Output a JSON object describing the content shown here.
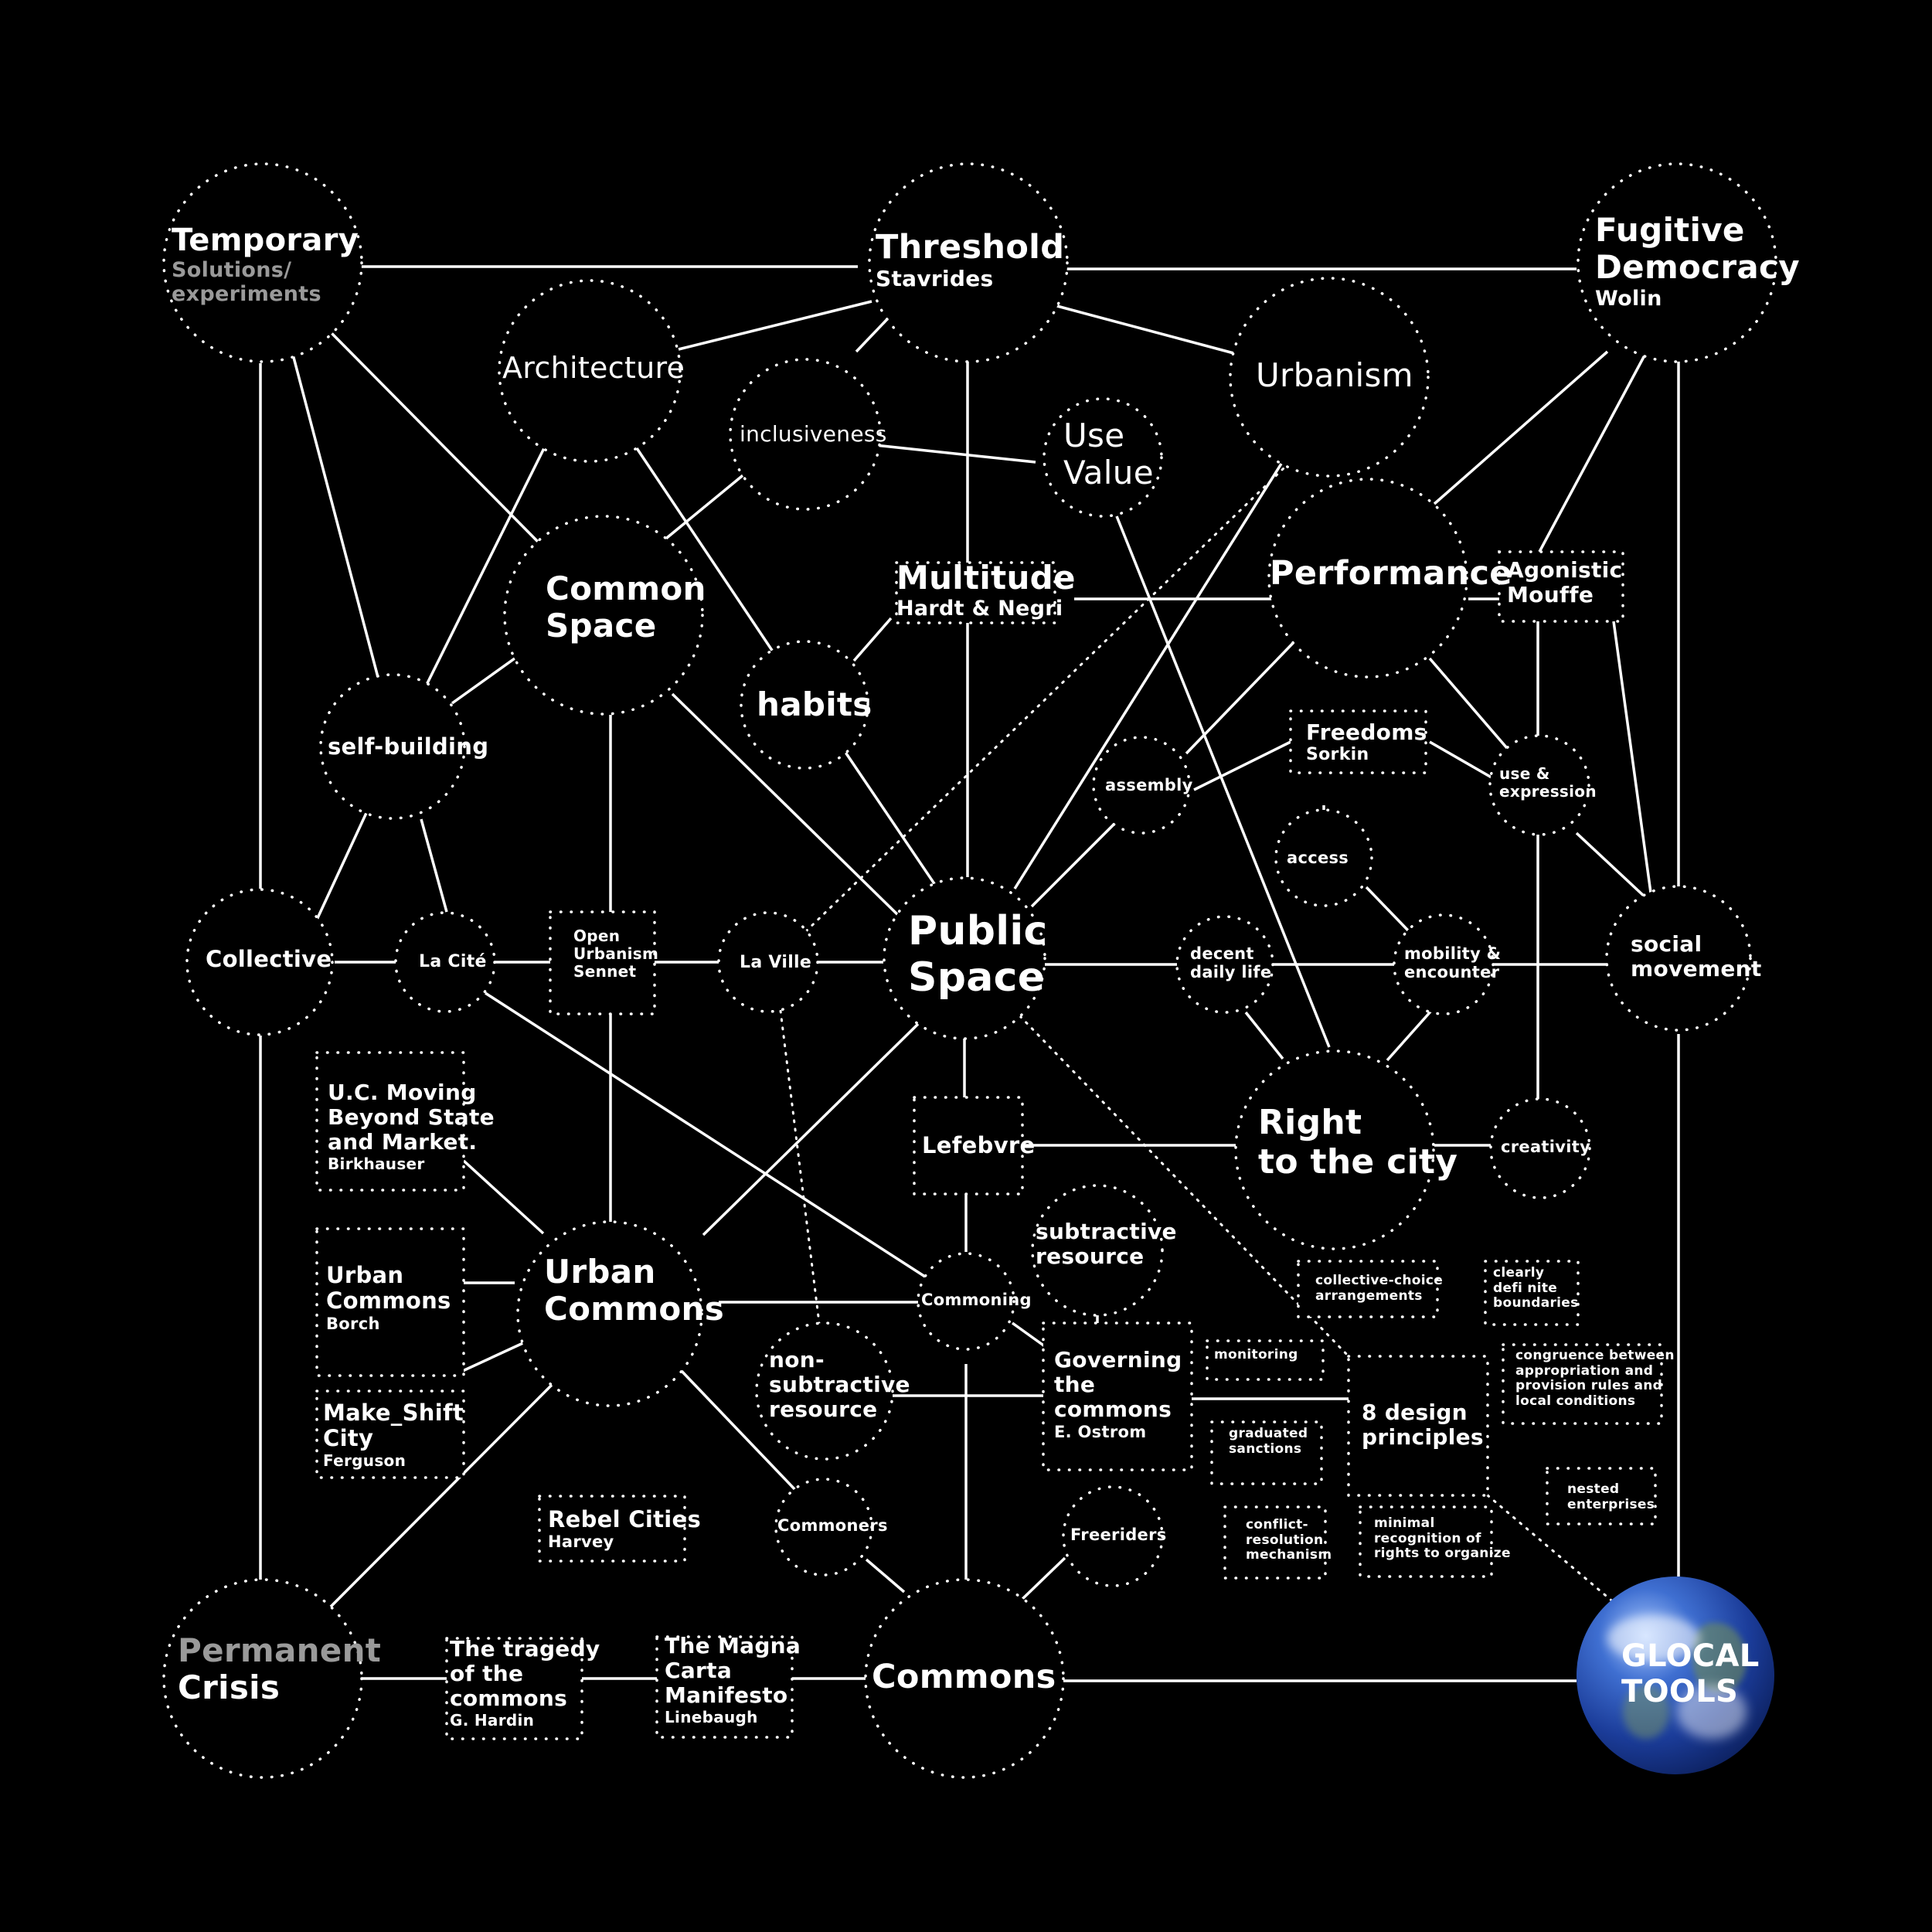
{
  "nodes": [
    {
      "id": "temporary",
      "lines": [
        {
          "t": "Temporary",
          "s": 40,
          "b": true
        },
        {
          "t": "Solutions/",
          "s": 27,
          "b": true,
          "dim": true
        },
        {
          "t": "experiments",
          "s": 27,
          "b": true,
          "dim": true
        }
      ]
    },
    {
      "id": "threshold",
      "lines": [
        {
          "t": "Threshold",
          "s": 43,
          "b": true
        },
        {
          "t": "Stavrides",
          "s": 28,
          "b": true
        }
      ]
    },
    {
      "id": "fugitive-democracy",
      "lines": [
        {
          "t": "Fugitive",
          "s": 42,
          "b": true
        },
        {
          "t": "Democracy",
          "s": 42,
          "b": true
        },
        {
          "t": "Wolin",
          "s": 27,
          "b": true
        }
      ]
    },
    {
      "id": "architecture",
      "lines": [
        {
          "t": "Architecture",
          "s": 38
        }
      ]
    },
    {
      "id": "urbanism",
      "lines": [
        {
          "t": "Urbanism",
          "s": 42
        }
      ]
    },
    {
      "id": "inclusiveness",
      "lines": [
        {
          "t": "inclusiveness",
          "s": 28
        }
      ]
    },
    {
      "id": "use-value",
      "lines": [
        {
          "t": "Use",
          "s": 42
        },
        {
          "t": "Value",
          "s": 42
        }
      ]
    },
    {
      "id": "common-space",
      "lines": [
        {
          "t": "Common",
          "s": 42,
          "b": true
        },
        {
          "t": "Space",
          "s": 42,
          "b": true
        }
      ]
    },
    {
      "id": "multitude",
      "lines": [
        {
          "t": "Multitude",
          "s": 42,
          "b": true
        },
        {
          "t": "Hardt & Negri",
          "s": 27,
          "b": true
        }
      ]
    },
    {
      "id": "performance",
      "lines": [
        {
          "t": "Performance",
          "s": 43,
          "b": true
        }
      ]
    },
    {
      "id": "agonistic",
      "lines": [
        {
          "t": "Agonistic",
          "s": 28,
          "b": true
        },
        {
          "t": "Mouffe",
          "s": 28,
          "b": true
        }
      ]
    },
    {
      "id": "habits",
      "lines": [
        {
          "t": "habits",
          "s": 42,
          "b": true
        }
      ]
    },
    {
      "id": "self-building",
      "lines": [
        {
          "t": "self-building",
          "s": 29,
          "b": true
        }
      ]
    },
    {
      "id": "freedoms",
      "lines": [
        {
          "t": "Freedoms",
          "s": 28,
          "b": true
        },
        {
          "t": "Sorkin",
          "s": 22,
          "b": true
        }
      ]
    },
    {
      "id": "assembly",
      "lines": [
        {
          "t": "assembly",
          "s": 21,
          "b": true
        }
      ]
    },
    {
      "id": "use-expression",
      "lines": [
        {
          "t": "use &",
          "s": 20,
          "b": true
        },
        {
          "t": "expression",
          "s": 20,
          "b": true
        }
      ]
    },
    {
      "id": "access",
      "lines": [
        {
          "t": "access",
          "s": 21,
          "b": true
        }
      ]
    },
    {
      "id": "collective",
      "lines": [
        {
          "t": "Collective",
          "s": 29,
          "b": true
        }
      ]
    },
    {
      "id": "la-cite",
      "lines": [
        {
          "t": "La Cité",
          "s": 22,
          "b": true
        }
      ]
    },
    {
      "id": "open-urbanism",
      "lines": [
        {
          "t": "Open",
          "s": 20,
          "b": true
        },
        {
          "t": "Urbanism",
          "s": 20,
          "b": true
        },
        {
          "t": "Sennet",
          "s": 20,
          "b": true
        }
      ]
    },
    {
      "id": "la-ville",
      "lines": [
        {
          "t": "La Ville",
          "s": 22,
          "b": true
        }
      ]
    },
    {
      "id": "public-space",
      "lines": [
        {
          "t": "Public",
          "s": 52,
          "b": true
        },
        {
          "t": "Space",
          "s": 52,
          "b": true
        }
      ]
    },
    {
      "id": "decent-daily-life",
      "lines": [
        {
          "t": "decent",
          "s": 21,
          "b": true
        },
        {
          "t": "daily life",
          "s": 21,
          "b": true
        }
      ]
    },
    {
      "id": "mobility-encounter",
      "lines": [
        {
          "t": "mobility &",
          "s": 21,
          "b": true
        },
        {
          "t": "encounter",
          "s": 21,
          "b": true
        }
      ]
    },
    {
      "id": "social-movement",
      "lines": [
        {
          "t": "social",
          "s": 28,
          "b": true
        },
        {
          "t": "movement",
          "s": 28,
          "b": true
        }
      ]
    },
    {
      "id": "uc-moving",
      "lines": [
        {
          "t": "U.C. Moving",
          "s": 28,
          "b": true
        },
        {
          "t": "Beyond State",
          "s": 28,
          "b": true
        },
        {
          "t": "and Market.",
          "s": 28,
          "b": true
        },
        {
          "t": "Birkhauser",
          "s": 20,
          "b": true
        }
      ]
    },
    {
      "id": "lefebvre",
      "lines": [
        {
          "t": "Lefebvre",
          "s": 29,
          "b": true
        }
      ]
    },
    {
      "id": "right-to-the-city",
      "lines": [
        {
          "t": "Right",
          "s": 44,
          "b": true
        },
        {
          "t": "to the city",
          "s": 44,
          "b": true
        }
      ]
    },
    {
      "id": "creativity",
      "lines": [
        {
          "t": "creativity",
          "s": 21,
          "b": true
        }
      ]
    },
    {
      "id": "subtractive-resource",
      "lines": [
        {
          "t": "subtractive",
          "s": 28,
          "b": true
        },
        {
          "t": "resource",
          "s": 28,
          "b": true
        }
      ]
    },
    {
      "id": "urban-commons-borch",
      "lines": [
        {
          "t": "Urban",
          "s": 29,
          "b": true
        },
        {
          "t": "Commons",
          "s": 29,
          "b": true
        },
        {
          "t": "Borch",
          "s": 21,
          "b": true
        }
      ]
    },
    {
      "id": "urban-commons",
      "lines": [
        {
          "t": "Urban",
          "s": 42,
          "b": true
        },
        {
          "t": "Commons",
          "s": 42,
          "b": true
        }
      ]
    },
    {
      "id": "commoning",
      "lines": [
        {
          "t": "Commoning",
          "s": 21,
          "b": true
        }
      ]
    },
    {
      "id": "collective-choice",
      "lines": [
        {
          "t": "collective-choice",
          "s": 17,
          "b": true
        },
        {
          "t": "arrangements",
          "s": 17,
          "b": true
        }
      ]
    },
    {
      "id": "clearly-defined",
      "lines": [
        {
          "t": "clearly",
          "s": 17,
          "b": true
        },
        {
          "t": "defi nite",
          "s": 17,
          "b": true
        },
        {
          "t": "boundaries",
          "s": 17,
          "b": true
        }
      ]
    },
    {
      "id": "make-shift-city",
      "lines": [
        {
          "t": "Make_Shift",
          "s": 29,
          "b": true
        },
        {
          "t": "City",
          "s": 29,
          "b": true
        },
        {
          "t": "Ferguson",
          "s": 20,
          "b": true
        }
      ]
    },
    {
      "id": "non-subtractive",
      "lines": [
        {
          "t": "non-",
          "s": 28,
          "b": true
        },
        {
          "t": "subtractive",
          "s": 28,
          "b": true
        },
        {
          "t": "resource",
          "s": 28,
          "b": true
        }
      ]
    },
    {
      "id": "governing-commons",
      "lines": [
        {
          "t": "Governing",
          "s": 28,
          "b": true
        },
        {
          "t": "the",
          "s": 28,
          "b": true
        },
        {
          "t": "commons",
          "s": 28,
          "b": true
        },
        {
          "t": "E. Ostrom",
          "s": 21,
          "b": true
        }
      ]
    },
    {
      "id": "monitoring",
      "lines": [
        {
          "t": "monitoring",
          "s": 17,
          "b": true
        }
      ]
    },
    {
      "id": "design-principles",
      "lines": [
        {
          "t": "8 design",
          "s": 28,
          "b": true
        },
        {
          "t": "principles",
          "s": 28,
          "b": true
        }
      ]
    },
    {
      "id": "congruence",
      "lines": [
        {
          "t": "congruence between",
          "s": 17,
          "b": true
        },
        {
          "t": "appropriation and",
          "s": 17,
          "b": true
        },
        {
          "t": "provision rules and",
          "s": 17,
          "b": true
        },
        {
          "t": "local conditions",
          "s": 17,
          "b": true
        }
      ]
    },
    {
      "id": "graduated-sanctions",
      "lines": [
        {
          "t": "graduated",
          "s": 17,
          "b": true
        },
        {
          "t": "sanctions",
          "s": 17,
          "b": true
        }
      ]
    },
    {
      "id": "nested-enterprises",
      "lines": [
        {
          "t": "nested",
          "s": 17,
          "b": true
        },
        {
          "t": "enterprises",
          "s": 17,
          "b": true
        }
      ]
    },
    {
      "id": "rebel-cities",
      "lines": [
        {
          "t": "Rebel Cities",
          "s": 29,
          "b": true
        },
        {
          "t": "Harvey",
          "s": 21,
          "b": true
        }
      ]
    },
    {
      "id": "commoners",
      "lines": [
        {
          "t": "Commoners",
          "s": 21,
          "b": true
        }
      ]
    },
    {
      "id": "freeriders",
      "lines": [
        {
          "t": "Freeriders",
          "s": 21,
          "b": true
        }
      ]
    },
    {
      "id": "conflict-resolution",
      "lines": [
        {
          "t": "conflict-",
          "s": 17,
          "b": true
        },
        {
          "t": "resolution",
          "s": 17,
          "b": true
        },
        {
          "t": "mechanism",
          "s": 17,
          "b": true
        }
      ]
    },
    {
      "id": "minimal-recognition",
      "lines": [
        {
          "t": "minimal",
          "s": 17,
          "b": true
        },
        {
          "t": "recognition of",
          "s": 17,
          "b": true
        },
        {
          "t": "rights to organize",
          "s": 17,
          "b": true
        }
      ]
    },
    {
      "id": "permanent-crisis",
      "lines": [
        {
          "t": "Permanent",
          "s": 42,
          "b": true,
          "dim": true
        },
        {
          "t": "Crisis",
          "s": 42,
          "b": true
        }
      ]
    },
    {
      "id": "tragedy-commons",
      "lines": [
        {
          "t": "The tragedy",
          "s": 28,
          "b": true
        },
        {
          "t": "of the",
          "s": 28,
          "b": true
        },
        {
          "t": "commons",
          "s": 28,
          "b": true
        },
        {
          "t": "G. Hardin",
          "s": 20,
          "b": true
        }
      ]
    },
    {
      "id": "magna-carta",
      "lines": [
        {
          "t": "The Magna",
          "s": 28,
          "b": true
        },
        {
          "t": "Carta",
          "s": 28,
          "b": true
        },
        {
          "t": "Manifesto",
          "s": 28,
          "b": true
        },
        {
          "t": "Linebaugh",
          "s": 20,
          "b": true
        }
      ]
    },
    {
      "id": "commons",
      "lines": [
        {
          "t": "Commons",
          "s": 43,
          "b": true
        }
      ]
    },
    {
      "id": "glocal-tools",
      "lines": [
        {
          "t": "GLOCAL",
          "s": 40,
          "b": true
        },
        {
          "t": "TOOLS",
          "s": 40,
          "b": true
        }
      ]
    }
  ]
}
